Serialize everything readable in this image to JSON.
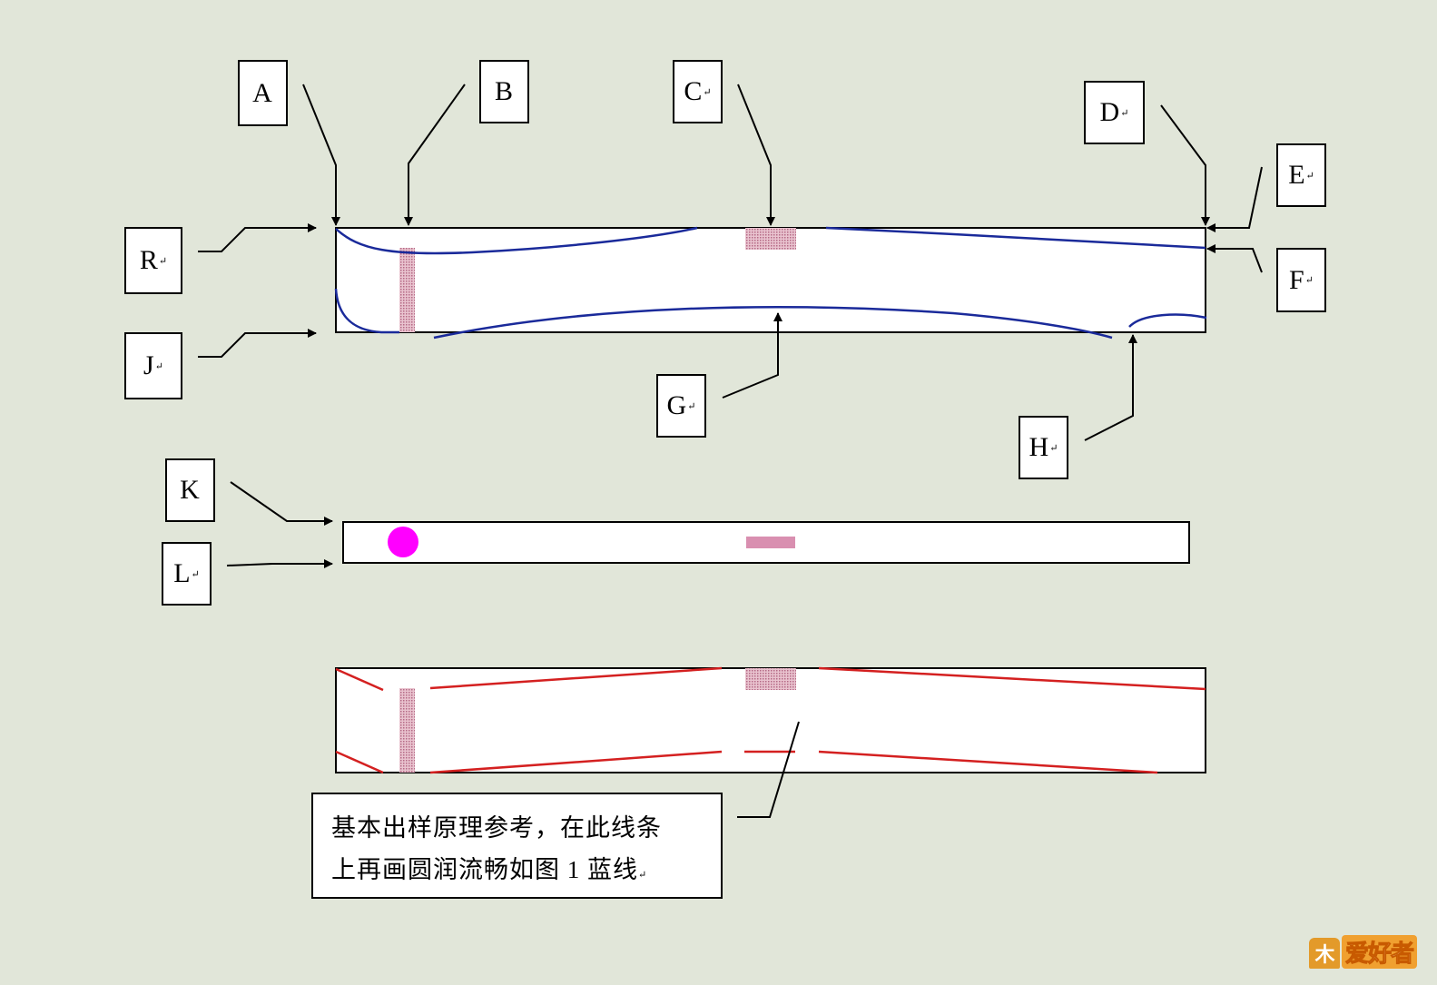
{
  "labels": {
    "A": {
      "text": "A",
      "mark": ""
    },
    "B": {
      "text": "B",
      "mark": ""
    },
    "C": {
      "text": "C",
      "mark": "↵"
    },
    "D": {
      "text": "D",
      "mark": "↵"
    },
    "E": {
      "text": "E",
      "mark": "↵"
    },
    "F": {
      "text": "F",
      "mark": "↵"
    },
    "R": {
      "text": "R",
      "mark": "↵"
    },
    "J": {
      "text": "J",
      "mark": "↵"
    },
    "G": {
      "text": "G",
      "mark": "↵"
    },
    "H": {
      "text": "H",
      "mark": "↵"
    },
    "K": {
      "text": "K",
      "mark": ""
    },
    "L": {
      "text": "L",
      "mark": "↵"
    }
  },
  "note": {
    "line1": "基本出样原理参考，在此线条",
    "line2": "上再画圆润流畅如图 1 蓝线",
    "mark": "↵"
  },
  "watermark": {
    "emblem": "木",
    "text": "爱好者"
  },
  "colors": {
    "background": "#e1e6d9",
    "blue_line": "#1a2a9a",
    "red_line": "#d42020",
    "stripe_pink": "#cc8fa6",
    "dot_magenta": "#ff00ff"
  }
}
